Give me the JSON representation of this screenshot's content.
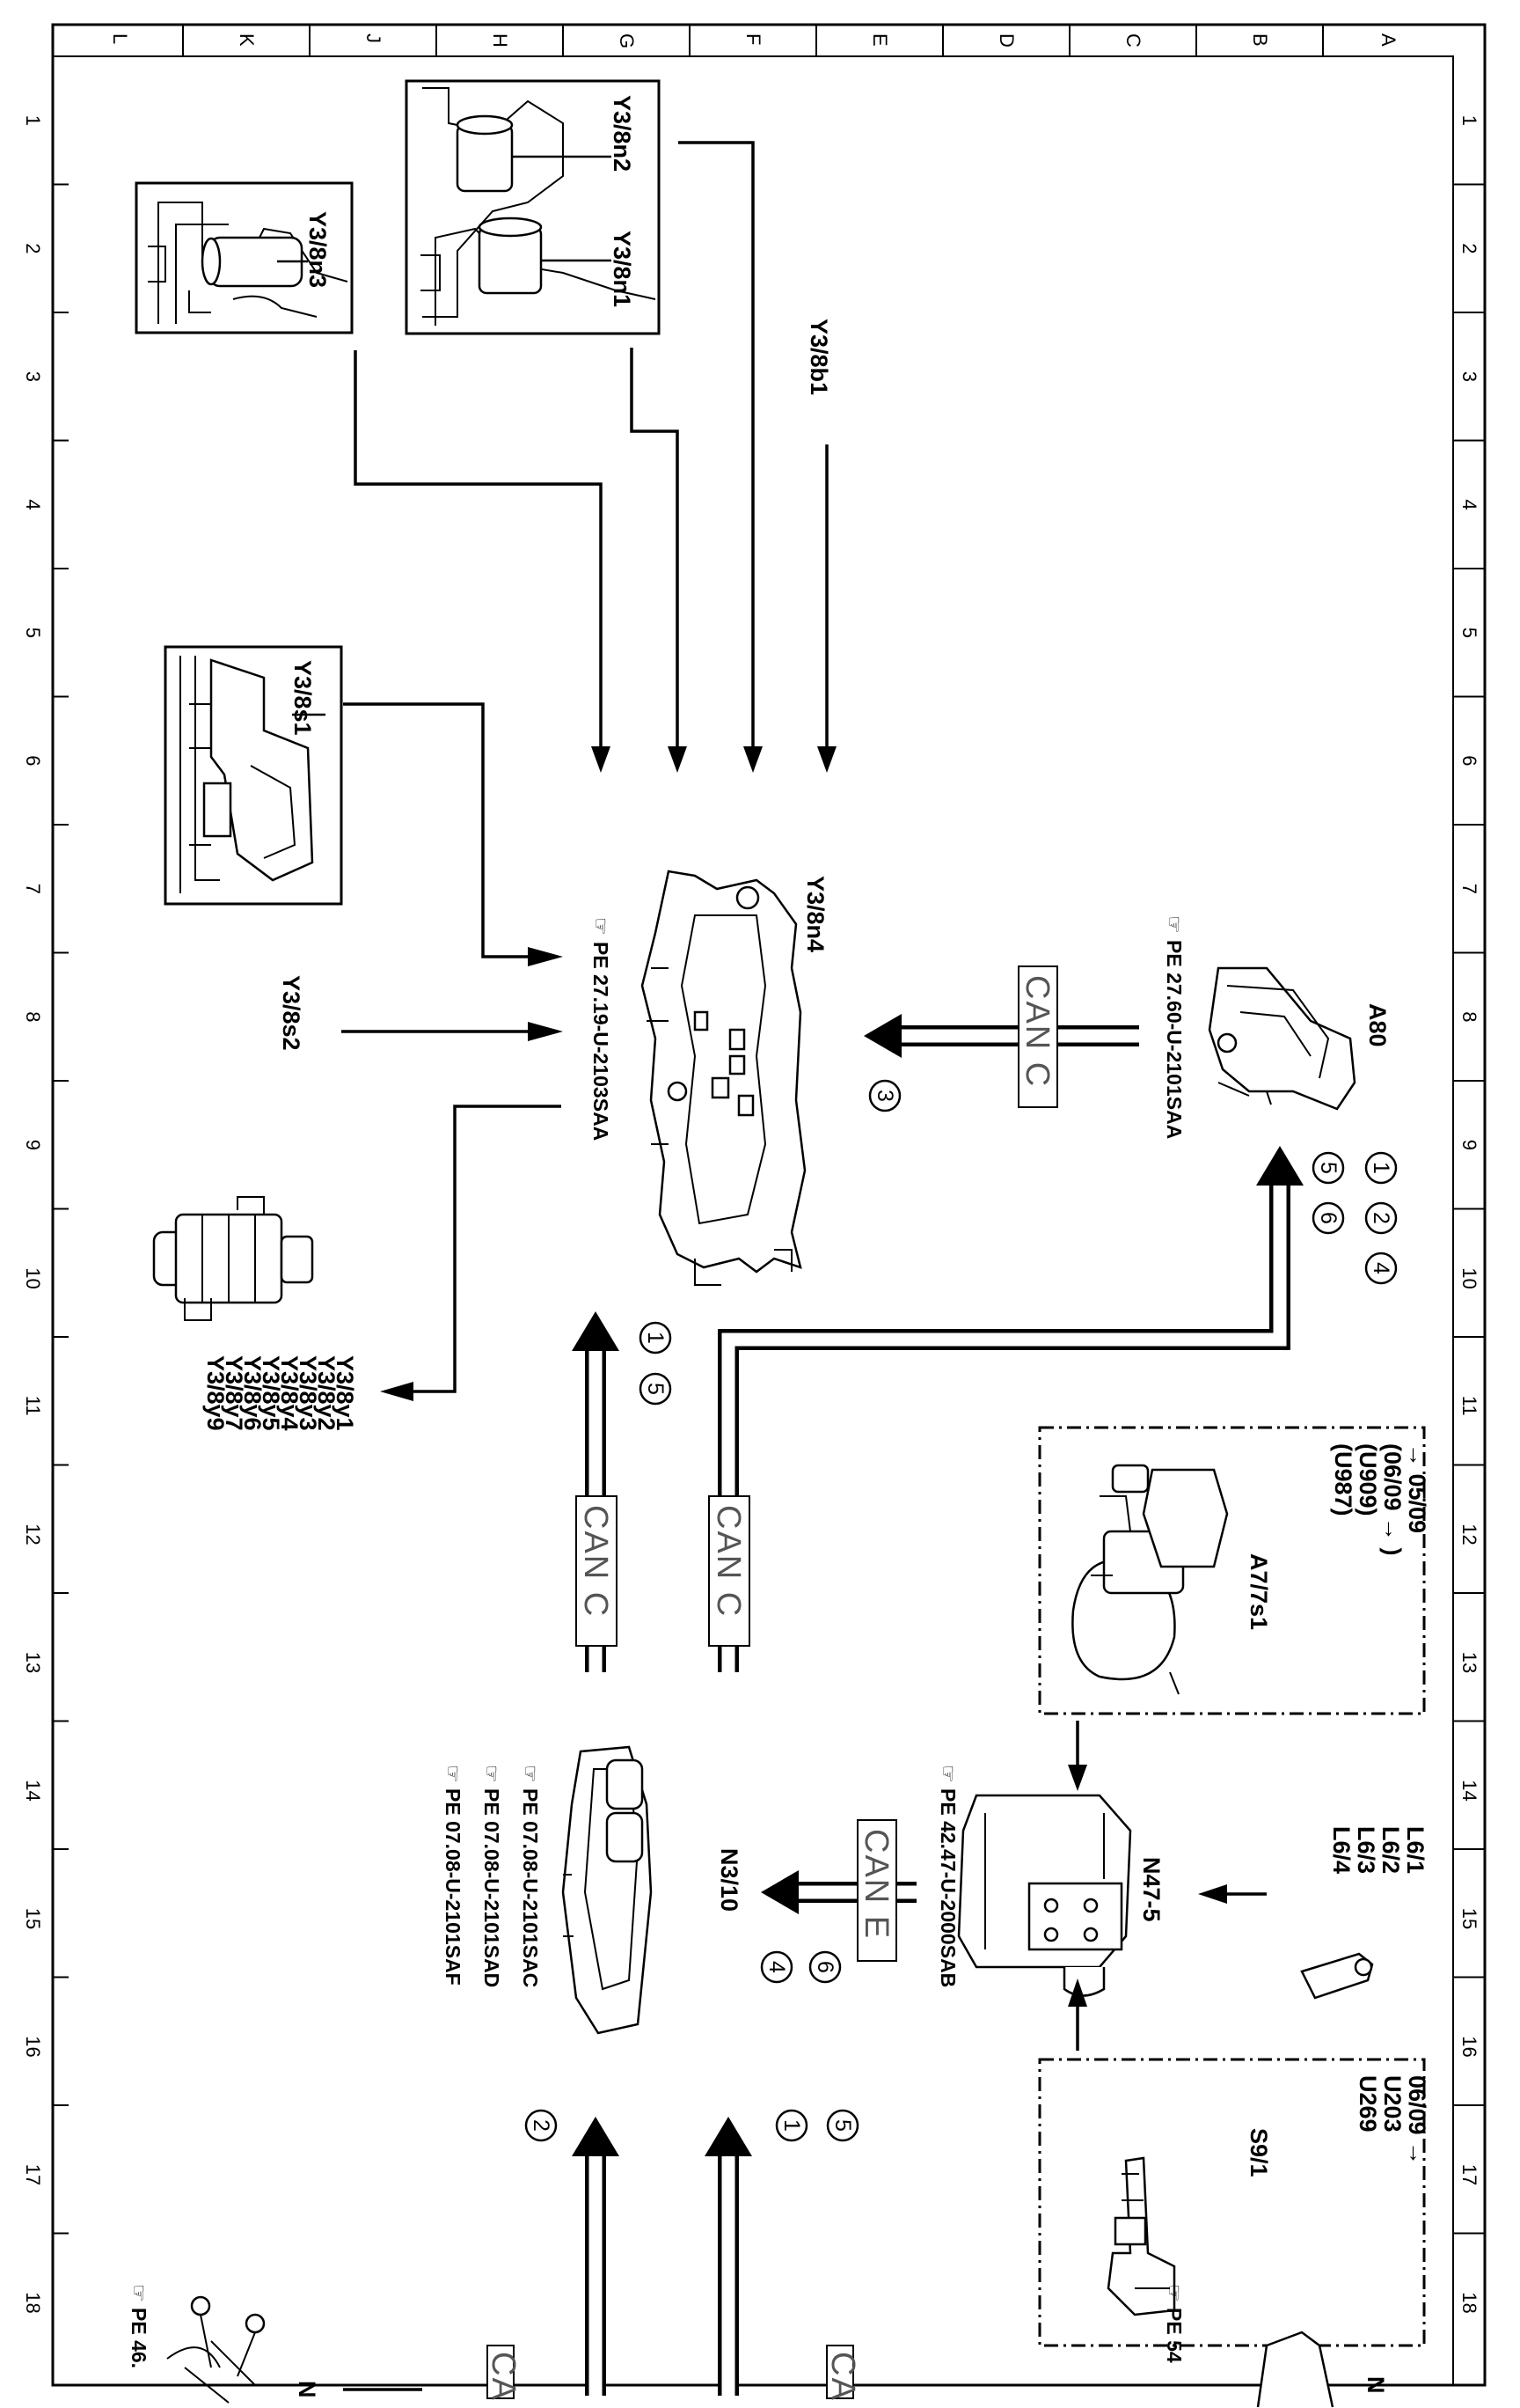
{
  "grid": {
    "columns": [
      "L",
      "K",
      "J",
      "H",
      "G",
      "F",
      "E",
      "D",
      "C",
      "B",
      "A"
    ],
    "rows": [
      "1",
      "2",
      "3",
      "4",
      "5",
      "6",
      "7",
      "8",
      "9",
      "10",
      "11",
      "12",
      "13",
      "14",
      "15",
      "16",
      "17",
      "18"
    ]
  },
  "components": {
    "y3_8n2": "Y3/8n2",
    "y3_8n1": "Y3/8n1",
    "y3_8n3": "Y3/8n3",
    "y3_8b1": "Y3/8b1",
    "y3_8s1": "Y3/8s1",
    "y3_8n4": "Y3/8n4",
    "y3_8s2": "Y3/8s2",
    "a80": "A80",
    "valves": [
      "Y3/8y1",
      "Y3/8y2",
      "Y3/8y3",
      "Y3/8y4",
      "Y3/8y5",
      "Y3/8y6",
      "Y3/8y7",
      "Y3/8y9"
    ],
    "a7_7s1": "A7/7s1",
    "a7_notes": [
      "→ 05/09",
      "(06/09 → )",
      "(U909)",
      "(U987)"
    ],
    "n47_5": "N47-5",
    "l6_sensors": [
      "L6/1",
      "L6/2",
      "L6/3",
      "L6/4"
    ],
    "s9_1": "S9/1",
    "s9_notes": [
      "06/09 →",
      "U203",
      "U269"
    ],
    "n3_10": "N3/10"
  },
  "references": {
    "ref_y3_8n4": "PE 27.19-U-2103SAA",
    "ref_a80": "PE 27.60-U-2101SAA",
    "ref_n47": "PE 42.47-U-2000SAB",
    "ref_n3_10": [
      "PE 07.08-U-2101SAC",
      "PE 07.08-U-2101SAD",
      "PE 07.08-U-2101SAF"
    ],
    "ref_bottom_left": "PE 46.",
    "ref_bottom_right": "PE 54"
  },
  "bus_labels": {
    "can_c": "CAN C",
    "can_e": "CAN E",
    "can_partial": "CA"
  },
  "notes": {
    "n3": "3",
    "n1": "1",
    "n2": "2",
    "n4": "4",
    "n5": "5",
    "n6": "6",
    "n_partial": "N"
  }
}
